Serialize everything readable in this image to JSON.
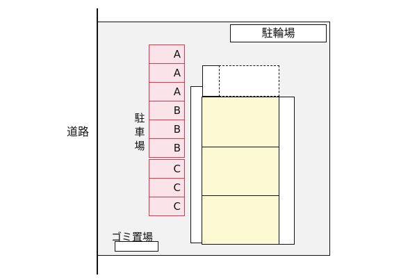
{
  "road": {
    "label": "道路"
  },
  "bike_parking": {
    "label": "駐輪場"
  },
  "parking": {
    "label_chars": [
      "駐",
      "車",
      "場"
    ],
    "stalls": [
      "A",
      "A",
      "A",
      "B",
      "B",
      "B",
      "C",
      "C",
      "C"
    ]
  },
  "garbage": {
    "label": "ゴミ置場"
  }
}
